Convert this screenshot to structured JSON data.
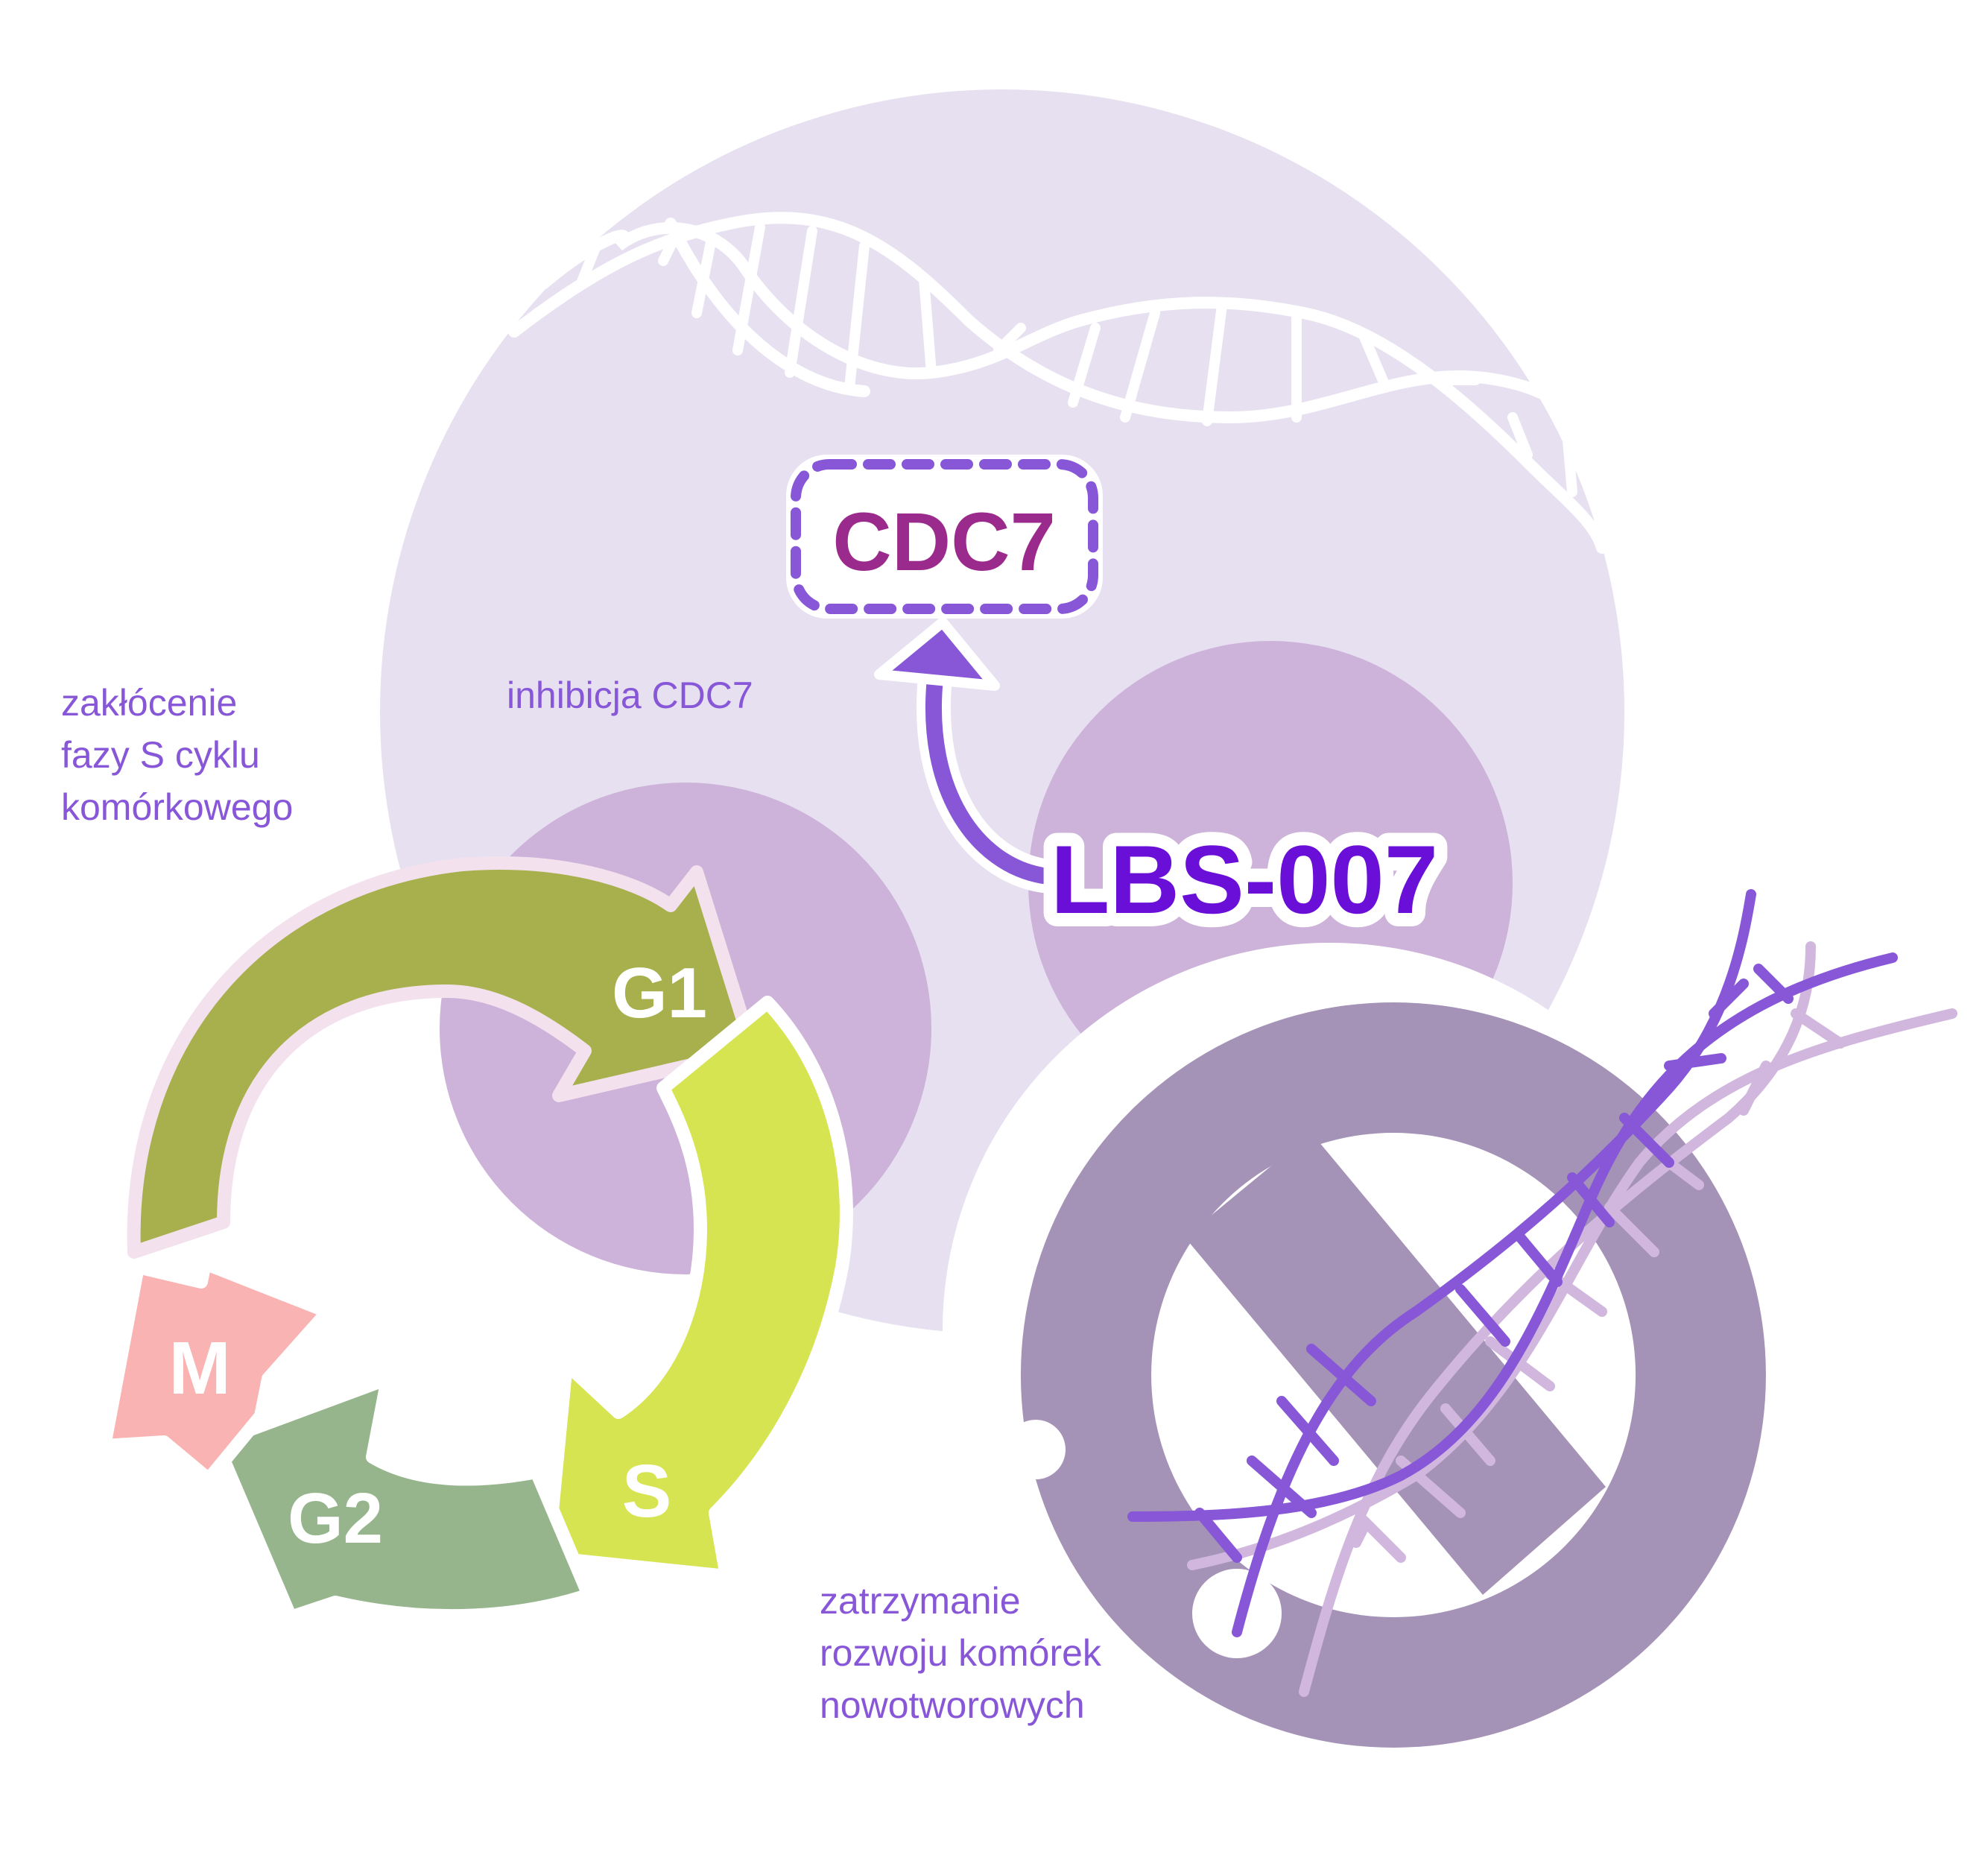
{
  "target": {
    "label": "CDC7"
  },
  "drug": {
    "label": "LBS-007"
  },
  "annotations": {
    "inhibition": "inhibicja CDC7",
    "disruption": [
      "zakłócenie",
      "fazy S cyklu",
      "komórkowego"
    ],
    "arrest": [
      "zatrzymanie",
      "rozwoju komórek",
      "nowotworowych"
    ]
  },
  "cell_cycle": {
    "phases": [
      {
        "label": "G1",
        "color": "#a7b04d"
      },
      {
        "label": "S",
        "color": "#d7e452"
      },
      {
        "label": "G2",
        "color": "#97b58d"
      },
      {
        "label": "M",
        "color": "#f9b3b2"
      }
    ]
  },
  "colors": {
    "big_circle": "#e6e0f0",
    "small_circle": "#cdb2d9",
    "no_sign": "#a593b7",
    "accent_purple": "#8757d8",
    "drug_text": "#6a0fd8",
    "target_text": "#9a2b8c"
  }
}
